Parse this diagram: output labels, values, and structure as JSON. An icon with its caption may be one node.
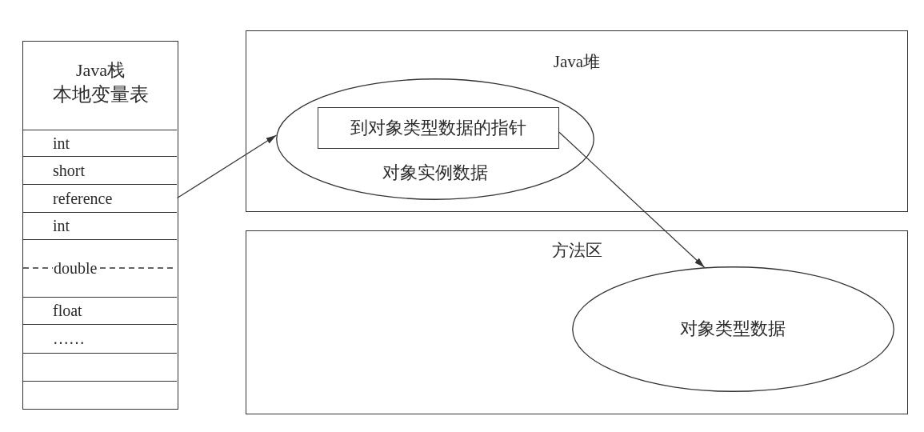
{
  "diagram": {
    "nodes": [
      {
        "text": [
          "Java栈",
          "本地变量表"
        ]
      },
      {
        "text": [
          "int"
        ],
        "in": 0
      },
      {
        "text": [
          "short"
        ],
        "in": 0
      },
      {
        "text": [
          "reference"
        ],
        "in": 0
      },
      {
        "text": [
          "int"
        ],
        "in": 0
      },
      {
        "text": [
          "double"
        ],
        "in": 0
      },
      {
        "text": [
          "float"
        ],
        "in": 0
      },
      {
        "text": [
          "……"
        ],
        "in": 0
      },
      {
        "text": [],
        "shape": "box",
        "in": 0
      },
      {
        "text": [],
        "shape": "box",
        "in": 0
      },
      {
        "text": [
          "Java堆"
        ]
      },
      {
        "text": [
          "对象实例数据"
        ],
        "in": 10
      },
      {
        "text": [
          "到对象类型数据的指针"
        ],
        "in": 11
      },
      {
        "text": [
          "方法区"
        ]
      },
      {
        "text": [
          "对象类型数据"
        ],
        "in": 13
      }
    ],
    "edges": [
      {
        "from": 3,
        "to": 11,
        "arrow": "to"
      },
      {
        "from": 12,
        "to": 14,
        "arrow": "to"
      }
    ]
  }
}
